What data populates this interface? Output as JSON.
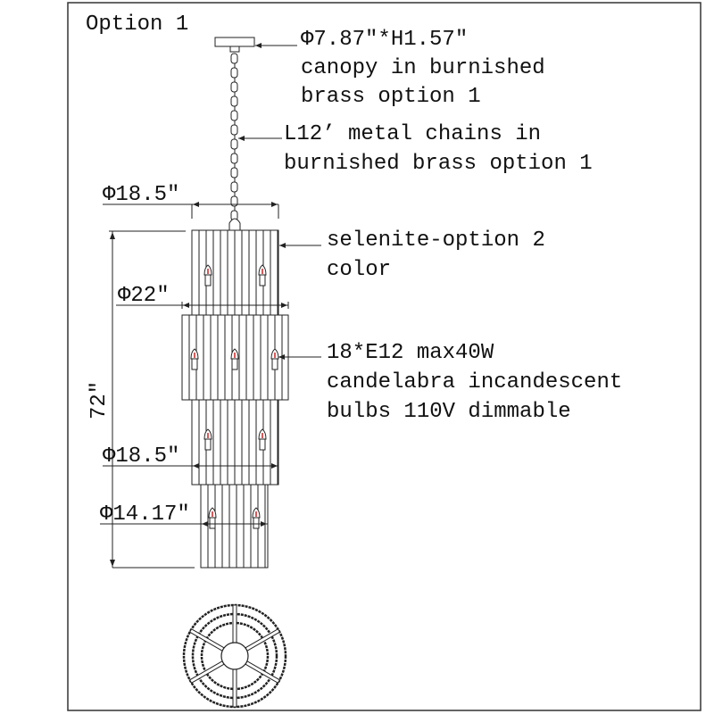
{
  "title": "Option 1",
  "canopy": {
    "dimension": "Φ7.87″*H1.57″",
    "line1": "canopy in burnished",
    "line2": "brass option 1"
  },
  "chain": {
    "line1": "L12’ metal chains in",
    "line2": "burnished brass option 1"
  },
  "shade": {
    "line1": "selenite-option 2",
    "line2": "color"
  },
  "bulbs": {
    "line1": "18*E12 max40W",
    "line2": "candelabra incandescent",
    "line3": "bulbs 110V dimmable"
  },
  "dimensions": {
    "top_diameter": "Φ18.5″",
    "middle_diameter": "Φ22″",
    "lower_diameter": "Φ18.5″",
    "bottom_diameter": "Φ14.17″",
    "height": "72″"
  },
  "colors": {
    "line": "#222222",
    "flame": "#cc2222"
  }
}
